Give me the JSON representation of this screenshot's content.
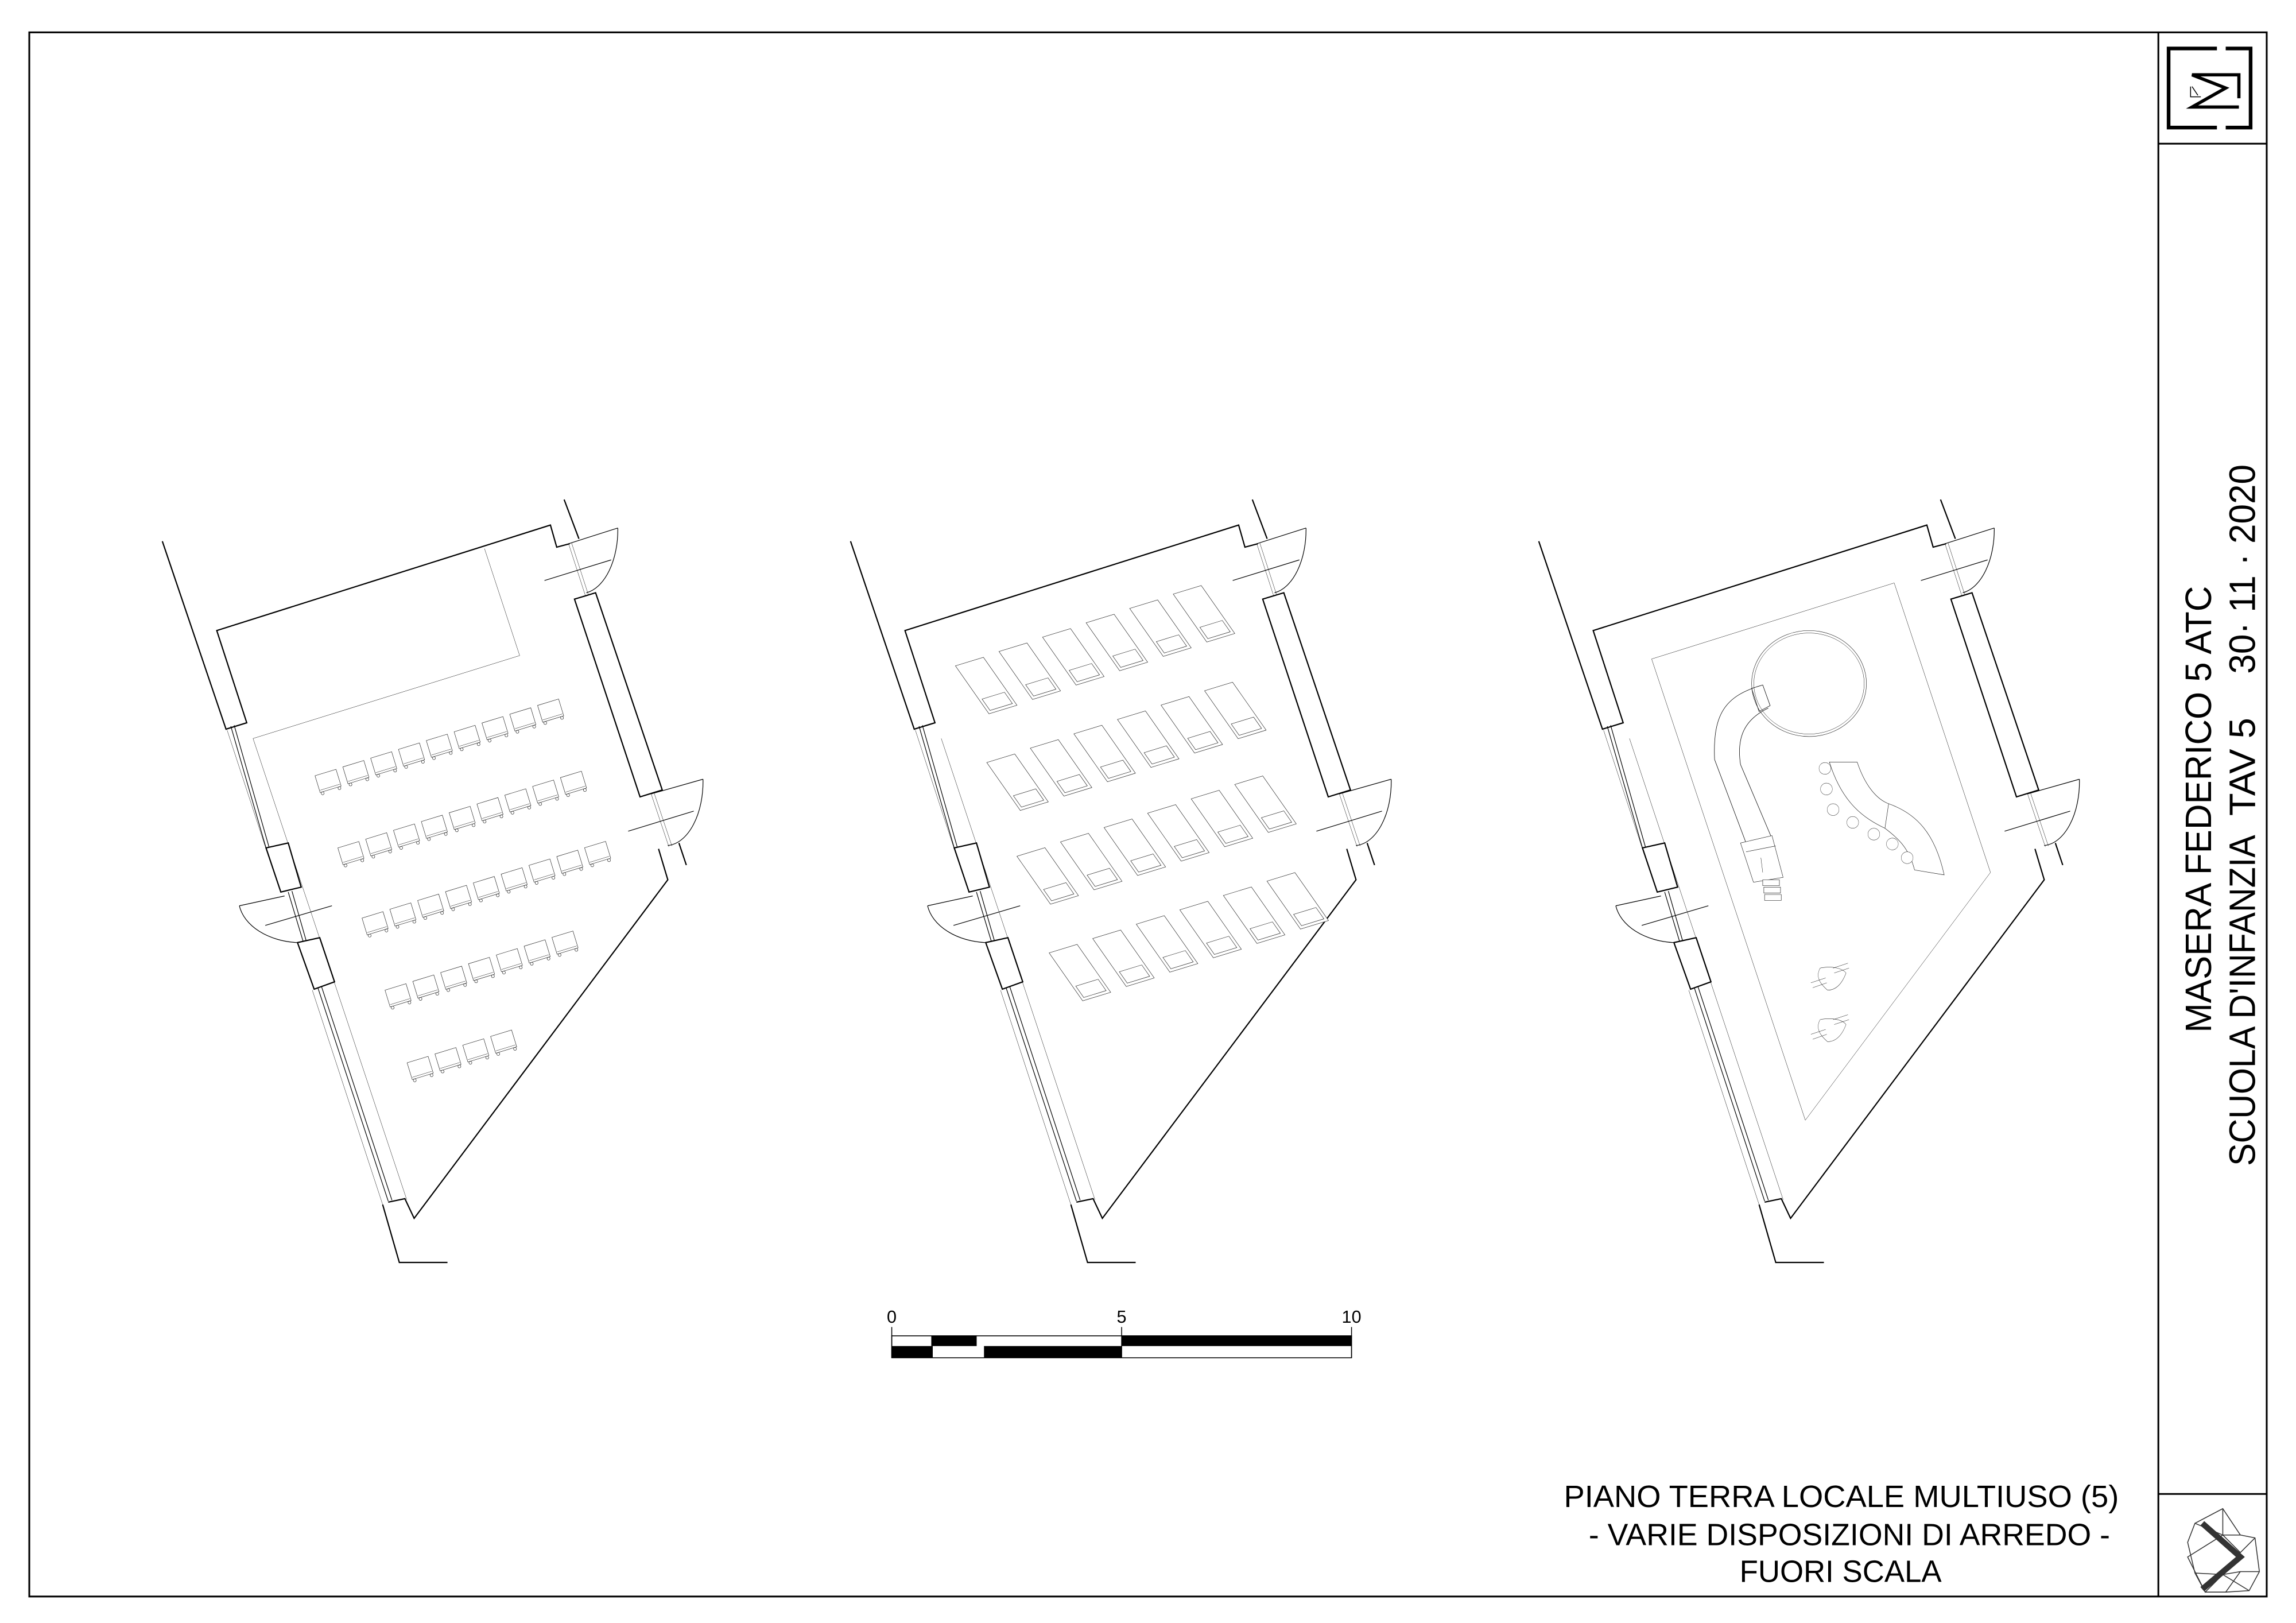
{
  "title_strip": {
    "project": "MASERA FEDERICO 5 ATC",
    "school": "SCUOLA D'INFANZIA",
    "sheet": "TAV 5",
    "date": "30· 11 · 2020"
  },
  "title_block": {
    "line1": "PIANO TERRA  LOCALE MULTIUSO (5)",
    "line2": "- VARIE DISPOSIZIONI DI ARREDO -",
    "line3": "FUORI SCALA"
  },
  "scale_bar": {
    "labels": [
      "0",
      "5",
      "10"
    ]
  },
  "plans": [
    {
      "name": "auditorium-layout",
      "chair_rows": [
        9,
        9,
        9,
        7,
        4
      ]
    },
    {
      "name": "nap-room-layout",
      "cot_rows": [
        6,
        6,
        6,
        6
      ]
    },
    {
      "name": "play-area-layout"
    }
  ],
  "colors": {
    "line": "#000000",
    "background": "#ffffff"
  }
}
